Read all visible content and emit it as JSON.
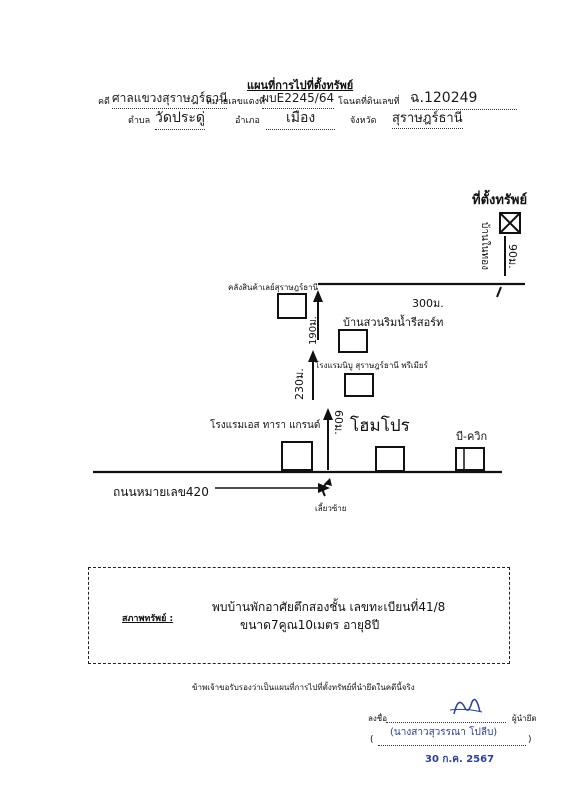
{
  "header": {
    "title": "แผนที่การไปที่ตั้งทรัพย์",
    "case_label": "คดี",
    "court": "ศาลแขวงสุราษฎร์ธานี",
    "black_no_label": "หมายเลขแดงที่",
    "black_no": "ผบE2245/64",
    "deed_label": "โฉนดที่ดินเลขที่",
    "deed_no": "ฉ.120249",
    "subdistrict_label": "ตำบล",
    "subdistrict": "วัดประดู่",
    "district_label": "อำเภอ",
    "district": "เมือง",
    "province_label": "จังหวัด",
    "province": "สุราษฎร์ธานี"
  },
  "map": {
    "property_label": "ที่ตั้งทรัพย์",
    "side_road_label": "บ้านในทอง",
    "side_road_dist": "90ม.",
    "warehouse_label": "คลังสินค้าเลย์สุราษฎร์ธานี",
    "resort_label": "บ้านสวนริมน้ำรีสอร์ท",
    "dist_300": "300ม.",
    "dist_190": "190ม.",
    "hotel_nibbu_label": "โรงแรมนิบู สุราษฎร์ธานี พรีเมียร์",
    "dist_230": "230ม.",
    "hotel_s_tara_label": "โรงแรมเอส ทารา แกรนด์",
    "homepro_label": "โฮมโปร",
    "bquik_label": "บี-ควิก",
    "dist_60": "60ม.",
    "main_road_label": "ถนนหมายเลข420",
    "turn_left_label": "เลี้ยวซ้าย"
  },
  "property_box": {
    "label": "สภาพทรัพย์ :",
    "line1": "พบบ้านพักอาศัยตึกสองชั้น เลขทะเบียนที่41/8",
    "line2": "ขนาด7คูณ10เมตร อายุ8ปี"
  },
  "footer": {
    "certify": "ข้าพเจ้าขอรับรองว่าเป็นแผนที่การไปที่ตั้งทรัพย์ที่นำยึดในคดีนี้จริง",
    "sign_label": "ลงชื่อ",
    "role": "ผู้นำยึด",
    "name": "(นางสาวสุวรรณา โปลีบ)",
    "paren_open": "(",
    "paren_close": ")",
    "date": "30 ก.ค. 2567"
  },
  "colors": {
    "ink": "#111111",
    "signature_blue": "#2b3f9e"
  }
}
